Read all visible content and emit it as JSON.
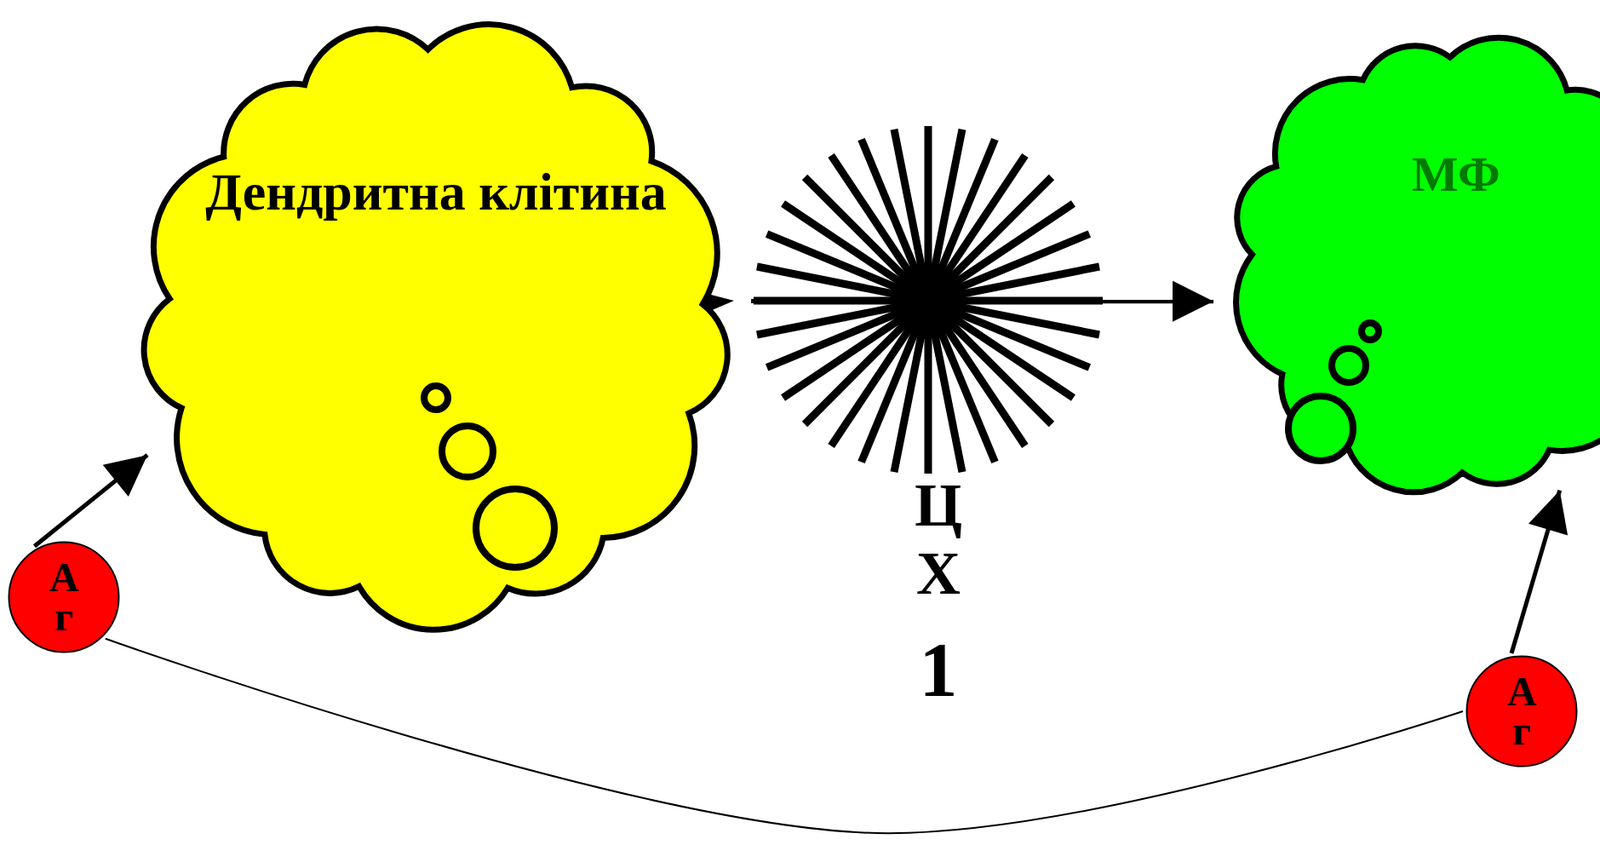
{
  "diagram": {
    "nodes": [
      {
        "text": [
          "Дендритна клітина"
        ]
      },
      {
        "text": [
          "МФ"
        ]
      },
      {
        "text": [
          "Аг"
        ]
      },
      {
        "text": [
          "Аг"
        ]
      }
    ],
    "edges": [
      {
        "from": 2,
        "to": 0,
        "arrow": "to"
      },
      {
        "from": 0,
        "to": 1,
        "arrow": "to"
      },
      {
        "from": 3,
        "to": 1,
        "arrow": "to"
      },
      {
        "from": 2,
        "to": 3,
        "arrow": "none"
      }
    ],
    "labels": [
      "Ц",
      "Х",
      "1"
    ]
  }
}
